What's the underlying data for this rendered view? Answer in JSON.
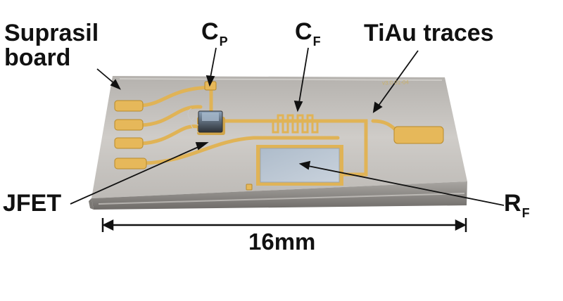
{
  "labels": {
    "suprasil_line1": "Suprasil",
    "suprasil_line2": "board",
    "cp_main": "C",
    "cp_sub": "P",
    "cf_main": "C",
    "cf_sub": "F",
    "traces": "TiAu traces",
    "jfet": "JFET",
    "rf_main": "R",
    "rf_sub": "F",
    "scale": "16mm",
    "board_version": "v3.0 01-04"
  },
  "colors": {
    "glass_top": "#c9c6c2",
    "glass_edge": "#8f8c88",
    "gold": "#e6b85a",
    "gold_dark": "#b88a2a",
    "resistor": "#b9c4cf",
    "jfet_body": "#5d6670",
    "annotation": "#111111"
  }
}
